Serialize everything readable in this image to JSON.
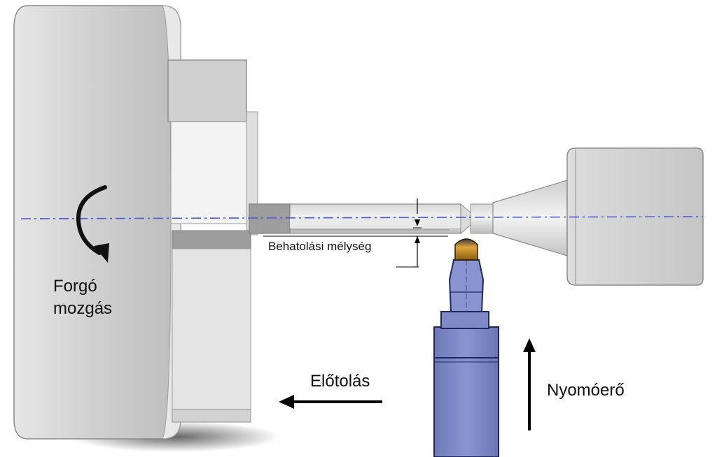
{
  "labels": {
    "penetration_depth": "Behatolási mélység",
    "rotation_line1": "Forgó",
    "rotation_line2": "mozgás",
    "feed": "Előtolás",
    "thrust_force": "Nyomóerő"
  },
  "colors": {
    "chuck_face": "#c8c8c8",
    "chuck_light": "#f4f4f4",
    "tool_body": "#7f8ac6",
    "tool_dark": "#1f275c",
    "tip_gold": "#d69a28",
    "centerline": "#4f5bd6",
    "arrow": "#000000"
  },
  "icons": [
    "rotation-arrow-icon",
    "feed-arrow-icon",
    "force-arrow-icon"
  ]
}
